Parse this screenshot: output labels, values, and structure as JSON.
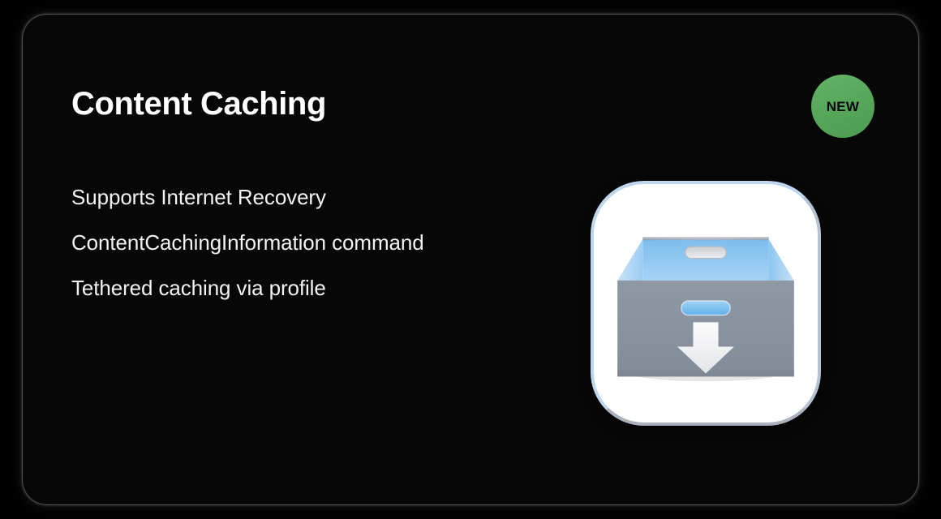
{
  "slide": {
    "title": "Content Caching",
    "badge": {
      "label": "NEW",
      "color": "#57a85a",
      "text_color": "#050505"
    },
    "features": [
      "Supports Internet Recovery",
      "ContentCachingInformation command",
      "Tethered caching via profile"
    ],
    "icon": {
      "name": "content-caching-app-icon",
      "description": "Open moving box with downward arrow",
      "background_color": "#ffffff",
      "border_color": "#bed7ee",
      "box_front_color": "#8a93a0",
      "box_back_wall_color": "#8cc3ef",
      "box_side_wall_color": "#b5d9f5",
      "handle_color": "#6ab6ee",
      "arrow_color": "#f0f0f0"
    },
    "background_color": "#000000",
    "card_color": "#070707"
  }
}
